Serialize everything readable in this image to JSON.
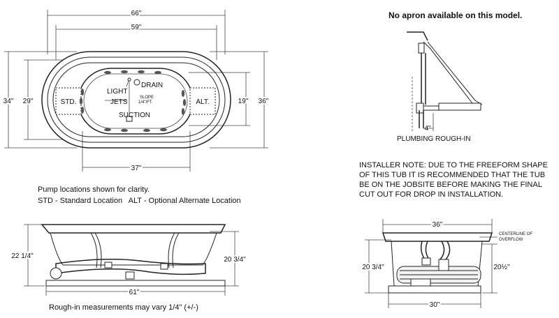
{
  "top_view": {
    "dim_66": "66\"",
    "dim_59": "59\"",
    "dim_34": "34\"",
    "dim_29": "29\"",
    "dim_19": "19\"",
    "dim_36": "36\"",
    "dim_37": "37\"",
    "label_light": "LIGHT",
    "label_drain": "DRAIN",
    "label_slope": "SLOPE",
    "label_slope_rate": "1/4\"/FT.",
    "label_jets": "JETS",
    "label_suction": "SUCTION",
    "label_std": "STD.",
    "label_alt": "ALT."
  },
  "notes": {
    "pump_note": "Pump locations shown for clarity.",
    "legend": "STD - Standard Location   ALT - Optional Alternate Location",
    "no_apron": "No apron available on this model.",
    "installer_note": [
      "INSTALLER NOTE: DUE TO THE FREEFORM SHAPE",
      "OF THIS TUB IT IS RECOMMENDED THAT THE TUB",
      "BE ON THE JOBSITE BEFORE MAKING THE FINAL",
      "CUT OUT FOR DROP IN INSTALLATION."
    ],
    "rough_in_note": "Rough-in measurements may vary 1/4\" (+/-)"
  },
  "plumbing": {
    "title": "PLUMBING ROUGH-IN",
    "dim_4": "4\""
  },
  "side_view": {
    "dim_22_1_4": "22 1/4\"",
    "dim_20_3_4": "20 3/4\"",
    "dim_61": "61\""
  },
  "end_view": {
    "dim_36": "36\"",
    "dim_30": "30\"",
    "dim_20_3_4": "20 3/4\"",
    "dim_20_half": "20½\"",
    "overflow_1": "CENTERLINE OF",
    "overflow_2": "OVERFLOW"
  }
}
